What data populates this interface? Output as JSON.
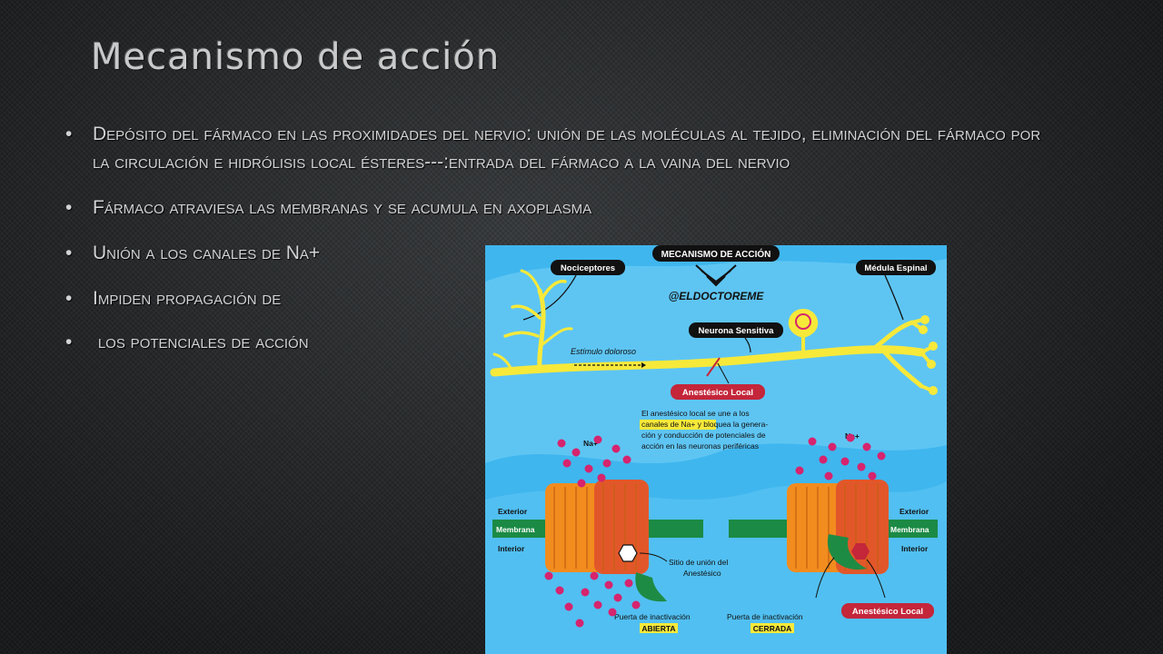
{
  "slide": {
    "title": "Mecanismo de acción",
    "bullets": [
      "Depósito del fármaco en las proximidades del nervio: unión de las moléculas al tejido, eliminación del fármaco por la circulación e hidrólisis local ésteres---:entrada del fármaco a la vaina del nervio",
      "Fármaco atraviesa las membranas y se acumula en axoplasma",
      "Unión a los canales de Na+",
      "Impiden propagación de",
      " los potenciales de acción"
    ]
  },
  "figure": {
    "title": "MECANISMO DE ACCIÓN",
    "handle": "@ELDOCTOREME",
    "labels": {
      "nociceptores": "Nociceptores",
      "medula": "Médula Espinal",
      "neurona": "Neurona Sensitiva",
      "estimulo": "Estímulo doloroso",
      "anestesico": "Anestésico Local",
      "exterior": "Exterior",
      "membrana": "Membrana",
      "interior": "Interior",
      "na": "Na+",
      "sitio_line1": "Sitio de unión del",
      "sitio_line2": "Anestésico",
      "puerta": "Puerta de inactivación",
      "abierta": "ABIERTA",
      "cerrada": "CERRADA"
    },
    "description": {
      "line1": "El anestésico local se une a los",
      "line2_highlight": "canales de Na+ y bloquea",
      "line2_rest": " la genera-",
      "line3": "ción y conducción de potenciales de",
      "line4": "acción en las neuronas periféricas"
    },
    "colors": {
      "background": "#3fb6ee",
      "neuron": "#f7e93a",
      "membrane": "#1b8a45",
      "channel_orange": "#f28c1e",
      "channel_red": "#e2572a",
      "sodium": "#d6246e",
      "gate": "#1e8b44",
      "anesthetic_label": "#c4263a"
    }
  }
}
